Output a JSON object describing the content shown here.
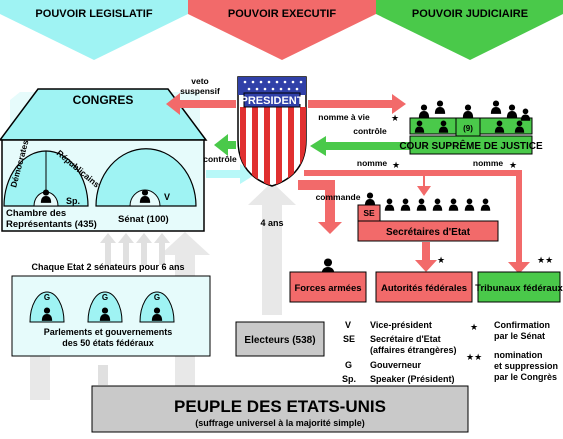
{
  "header": {
    "legislatif": "POUVOIR LEGISLATIF",
    "executif": "POUVOIR EXECUTIF",
    "judiciaire": "POUVOIR JUDICIAIRE"
  },
  "congres": {
    "title": "CONGRES",
    "democrates": "Démocrates",
    "republicains": "Républicains",
    "speaker_mark": "Sp.",
    "vp_mark": "V",
    "chambre_line1": "Chambre des",
    "chambre_line2": "Représentants (435)",
    "senat": "Sénat (100)"
  },
  "president": {
    "label": "PRESIDENT"
  },
  "arrows": {
    "veto_line1": "veto",
    "veto_line2": "suspensif",
    "controle_left": "contrôle",
    "nomme_a_vie": "nomme à vie",
    "controle_right": "contrôle",
    "nomme_1": "nomme",
    "nomme_2": "nomme",
    "commande": "commande",
    "quatre_ans": "4 ans"
  },
  "cour": {
    "count": "(9)",
    "label": "COUR SUPRÊME DE JUSTICE"
  },
  "secretaires": {
    "mark": "SE",
    "label": "Secrétaires d'Etat"
  },
  "boxes": {
    "forces": "Forces armées",
    "autorites": "Autorités fédérales",
    "tribunaux": "Tribunaux fédéraux"
  },
  "states": {
    "caption": "Chaque Etat 2 sénateurs pour 6 ans",
    "gov_mark": "G",
    "line1": "Parlements et gouvernements",
    "line2": "des 50 états fédéraux"
  },
  "electeurs": "Electeurs (538)",
  "legend": [
    {
      "key": "V",
      "text": "Vice-président"
    },
    {
      "key": "SE",
      "text": "Secrétaire d'Etat\n(affaires étrangères)"
    },
    {
      "key": "G",
      "text": "Gouverneur"
    },
    {
      "key": "Sp.",
      "text": "Speaker (Président)"
    }
  ],
  "legend_stars": [
    {
      "key": "★",
      "text": "Confirmation\npar le Sénat"
    },
    {
      "key": "★★",
      "text": "nomination\net suppression\npar le Congrès"
    }
  ],
  "peuple": {
    "title": "PEUPLE DES ETATS-UNIS",
    "subtitle": "(suffrage universel à la majorité simple)"
  },
  "colors": {
    "legislative": "#9ff3f3",
    "executive": "#f26a6a",
    "judicial": "#4ac94a",
    "grey": "#c9c9c9",
    "blue": "#3040a8"
  }
}
